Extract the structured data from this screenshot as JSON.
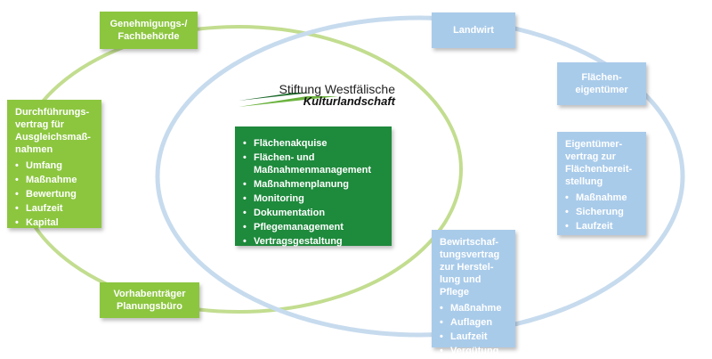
{
  "logo": {
    "line1": "Stiftung Westfälische",
    "line2": "Kulturlandschaft"
  },
  "center": {
    "items": [
      "Flächenakquise",
      "Flächen- und Maßnahmenmanagement",
      "Maßnahmenplanung",
      "Monitoring",
      "Dokumentation",
      "Pflegemanagement",
      "Vertragsgestaltung"
    ]
  },
  "genehmigung": {
    "label": "Genehmigungs-/\nFachbehörde"
  },
  "vorhaben": {
    "label": "Vorhabenträger\nPlanungsbüro"
  },
  "durchfuehrung": {
    "title": "Durchführungs-\nvertrag für\nAusgleichsmaß-\nnahmen",
    "items": [
      "Umfang",
      "Maßnahme",
      "Bewertung",
      "Laufzeit",
      "Kapital"
    ]
  },
  "landwirt": {
    "label": "Landwirt"
  },
  "flaecheneigentuemer": {
    "label": "Flächen-\neigentümer"
  },
  "eigentuemervertrag": {
    "title": "Eigentümer-\nvertrag zur\nFlächenbereit-\nstellung",
    "items": [
      "Maßnahme",
      "Sicherung",
      "Laufzeit"
    ]
  },
  "bewirtschaftung": {
    "title": "Bewirtschaf-\ntungsvertrag\nzur Herstel-\nlung und\nPflege",
    "items": [
      "Maßnahme",
      "Auflagen",
      "Laufzeit",
      "Vergütung"
    ]
  },
  "colors": {
    "green": "#8cc63f",
    "blue": "#a9cbea",
    "darkgreen": "#1e8a3c"
  }
}
